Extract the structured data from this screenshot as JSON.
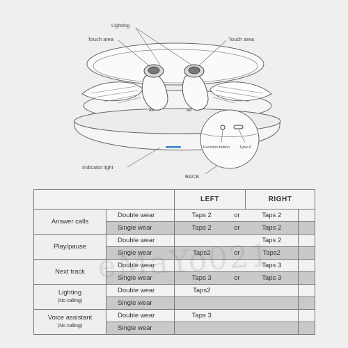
{
  "diagram": {
    "callouts": {
      "lighting": "Lighting",
      "touch_left": "Touch area",
      "touch_right": "Touch area",
      "indicator": "Indicator light",
      "back": "BACK",
      "function_button": "Function button",
      "type_c": "Type-C"
    },
    "earbud_marks": {
      "left": "AA",
      "right": "AA"
    }
  },
  "table": {
    "headers": {
      "left": "LEFT",
      "right": "RIGHT"
    },
    "or_label": "or",
    "rows": [
      {
        "function": "Answer calls",
        "sub": "",
        "modes": [
          {
            "mode": "Double wear",
            "left": "Taps 2",
            "or": "or",
            "right": "Taps 2"
          },
          {
            "mode": "Single wear",
            "left": "Taps 2",
            "or": "or",
            "right": "Taps 2"
          }
        ]
      },
      {
        "function": "Play/pause",
        "sub": "",
        "modes": [
          {
            "mode": "Double wear",
            "left": "",
            "or": "",
            "right": "Taps 2"
          },
          {
            "mode": "Single wear",
            "left": "Taps2",
            "or": "or",
            "right": "Taps2"
          }
        ]
      },
      {
        "function": "Next track",
        "sub": "",
        "modes": [
          {
            "mode": "Double wear",
            "left": "",
            "or": "",
            "right": "Taps 3"
          },
          {
            "mode": "Single wear",
            "left": "Taps 3",
            "or": "or",
            "right": "Taps 3"
          }
        ]
      },
      {
        "function": "Lighting",
        "sub": "(No calling)",
        "modes": [
          {
            "mode": "Double wear",
            "left": "Taps2",
            "or": "",
            "right": ""
          },
          {
            "mode": "Single wear",
            "left": "",
            "or": "",
            "right": ""
          }
        ]
      },
      {
        "function": "Voice assistant",
        "sub": "(No calling)",
        "modes": [
          {
            "mode": "Double wear",
            "left": "Taps 3",
            "or": "",
            "right": ""
          },
          {
            "mode": "Single wear",
            "left": "",
            "or": "",
            "right": ""
          }
        ]
      }
    ]
  },
  "watermark": "eMaYo021",
  "colors": {
    "indicator": "#3a7bd5",
    "row_dark": "#c9c9c9",
    "row_light": "#f2f2f2"
  }
}
